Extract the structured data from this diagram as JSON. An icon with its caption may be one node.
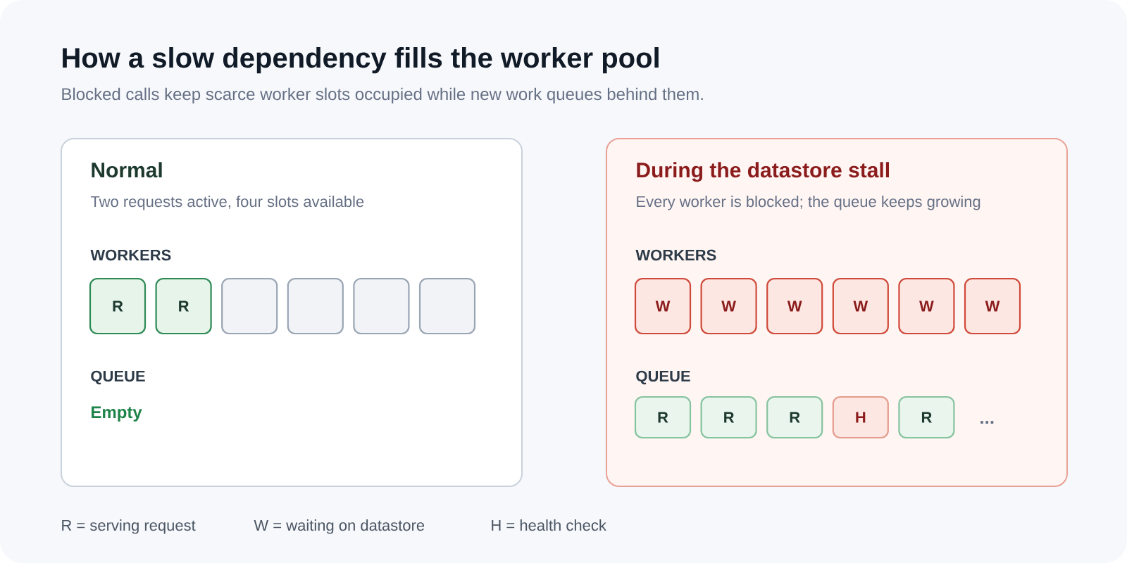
{
  "diagram": {
    "title": "How a slow dependency fills the worker pool",
    "nodes": [
      {
        "text": [
          "Normal",
          "Two requests active, four slots available",
          "WORKERS",
          "QUEUE",
          "Empty"
        ]
      },
      {
        "text": [
          "R"
        ],
        "in": 0
      },
      {
        "text": [
          "R"
        ],
        "in": 0
      },
      {
        "text": [],
        "shape": "box",
        "in": 0
      },
      {
        "text": [],
        "shape": "box",
        "in": 0
      },
      {
        "text": [],
        "shape": "box",
        "in": 0
      },
      {
        "text": [],
        "shape": "box",
        "in": 0
      },
      {
        "text": [
          "During the datastore stall",
          "Every worker is blocked; the queue keeps growing",
          "WORKERS",
          "QUEUE",
          "..."
        ]
      },
      {
        "text": [
          "W"
        ],
        "in": 7
      },
      {
        "text": [
          "W"
        ],
        "in": 7
      },
      {
        "text": [
          "W"
        ],
        "in": 7
      },
      {
        "text": [
          "W"
        ],
        "in": 7
      },
      {
        "text": [
          "W"
        ],
        "in": 7
      },
      {
        "text": [
          "W"
        ],
        "in": 7
      },
      {
        "text": [
          "R"
        ],
        "in": 7
      },
      {
        "text": [
          "R"
        ],
        "in": 7
      },
      {
        "text": [
          "R"
        ],
        "in": 7
      },
      {
        "text": [
          "H"
        ],
        "in": 7
      },
      {
        "text": [
          "R"
        ],
        "in": 7
      }
    ],
    "labels": [
      "Blocked calls keep scarce worker slots occupied while new work queues behind them.",
      "R = serving request",
      "W = waiting on datastore",
      "H = health check"
    ]
  }
}
